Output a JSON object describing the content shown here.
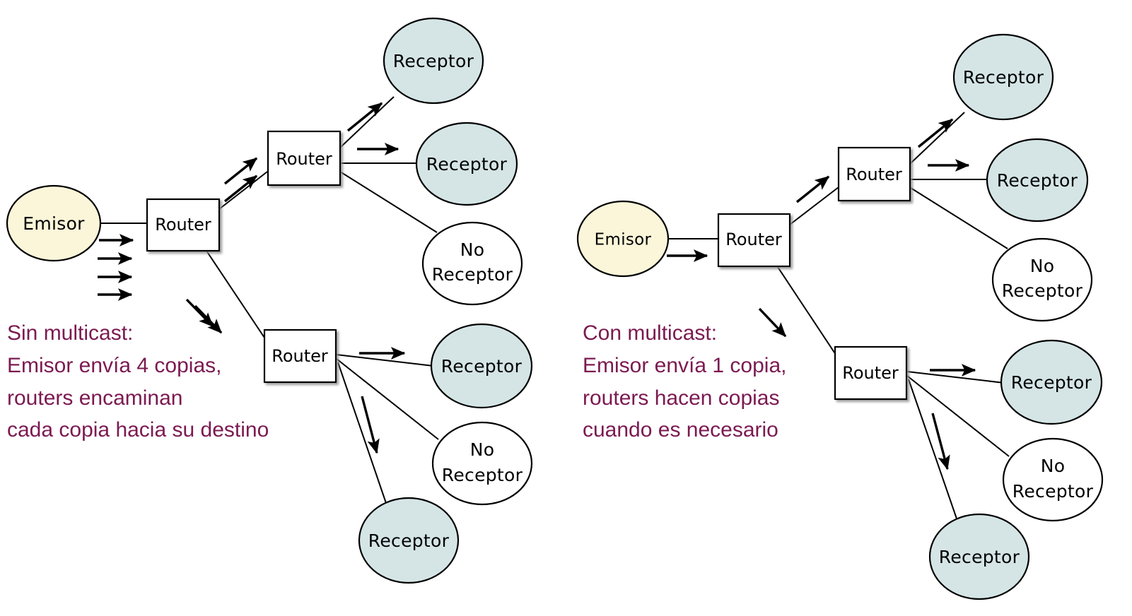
{
  "diagram": {
    "title_visible": false,
    "background": "#ffffff",
    "colors": {
      "emisor_fill": "#fbf6d9",
      "receptor_fill": "#d5e5e6",
      "no_receptor_fill": "#ffffff",
      "router_fill": "#ffffff",
      "stroke": "#000000",
      "caption": "#7b1a51"
    },
    "panels": [
      {
        "id": "left",
        "caption_lines": [
          "Sin multicast:",
          "Emisor envía 4 copias,",
          "routers encaminan",
          "cada copia hacia su destino"
        ],
        "copies": 4,
        "nodes": {
          "sender": "Emisor",
          "router_1": "Router",
          "router_top": "Router",
          "router_bottom": "Router",
          "receptor_a": "Receptor",
          "receptor_b": "Receptor",
          "no_receptor_top_1": "No",
          "no_receptor_top_2": "Receptor",
          "receptor_c": "Receptor",
          "no_receptor_bottom_1": "No",
          "no_receptor_bottom_2": "Receptor",
          "receptor_d": "Receptor"
        }
      },
      {
        "id": "right",
        "caption_lines": [
          "Con multicast:",
          "Emisor envía 1 copia,",
          "routers hacen copias",
          "cuando es necesario"
        ],
        "copies": 1,
        "nodes": {
          "sender": "Emisor",
          "router_1": "Router",
          "router_top": "Router",
          "router_bottom": "Router",
          "receptor_a": "Receptor",
          "receptor_b": "Receptor",
          "no_receptor_top_1": "No",
          "no_receptor_top_2": "Receptor",
          "receptor_c": "Receptor",
          "no_receptor_bottom_1": "No",
          "no_receptor_bottom_2": "Receptor",
          "receptor_d": "Receptor"
        }
      }
    ]
  }
}
